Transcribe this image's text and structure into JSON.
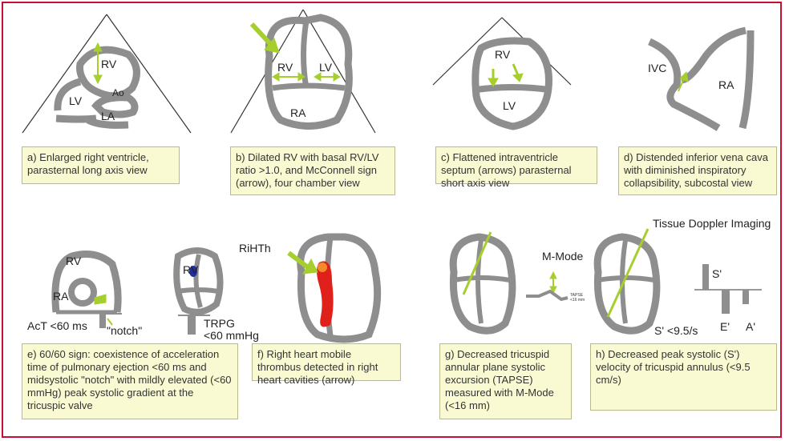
{
  "panels": {
    "a": {
      "caption": "a) Enlarged right ventricle, parasternal long axis view",
      "labels": {
        "rv": "RV",
        "lv": "LV",
        "ao": "Ao",
        "la": "LA"
      }
    },
    "b": {
      "caption": "b) Dilated RV with basal RV/LV ratio >1.0, and McConnell sign (arrow), four chamber view",
      "labels": {
        "rv": "RV",
        "lv": "LV",
        "ra": "RA"
      }
    },
    "c": {
      "caption": "c) Flattened intraventricle septum (arrows) parasternal short axis view",
      "labels": {
        "rv": "RV",
        "lv": "LV"
      }
    },
    "d": {
      "caption": "d) Distended inferior vena cava with diminished inspiratory collapsibility, subcostal view",
      "labels": {
        "ivc": "IVC",
        "ra": "RA"
      }
    },
    "e": {
      "caption": "e) 60/60 sign: coexistence of acceleration time of pulmonary ejection <60 ms and midsystolic \"notch\" with mildly elevated (<60 mmHg) peak systolic gradient at the tricuspic valve",
      "labels": {
        "rv1": "RV",
        "ra": "RA",
        "rv2": "RV",
        "act": "AcT <60 ms",
        "notch": "\"notch\"",
        "trpg": "TRPG",
        "trpg_val": "<60 mmHg"
      }
    },
    "f": {
      "caption": "f) Right heart mobile thrombus detected in right heart cavities (arrow)",
      "labels": {
        "rihth": "RiHTh"
      }
    },
    "g": {
      "caption": "g) Decreased tricuspid annular plane systolic excursion (TAPSE) measured with M-Mode (<16 mm)",
      "labels": {
        "mmode": "M-Mode",
        "tapse": "TAPSE",
        "tapse_val": "<16 mm"
      }
    },
    "h": {
      "caption": "h) Decreased peak systolic (S') velocity of tricuspid annulus (<9.5 cm/s)",
      "labels": {
        "tdi": "Tissue Doppler Imaging",
        "s1": "S'",
        "s2": "S' <9.5/s",
        "e": "E'",
        "a": "A'"
      }
    }
  },
  "colors": {
    "border": "#c8102e",
    "arrow": "#a6cf2e",
    "tissue": "#8e8e8e",
    "caption_bg": "#fafad2",
    "thrombus": "#e0201a",
    "jet": "#1f2f9e"
  }
}
